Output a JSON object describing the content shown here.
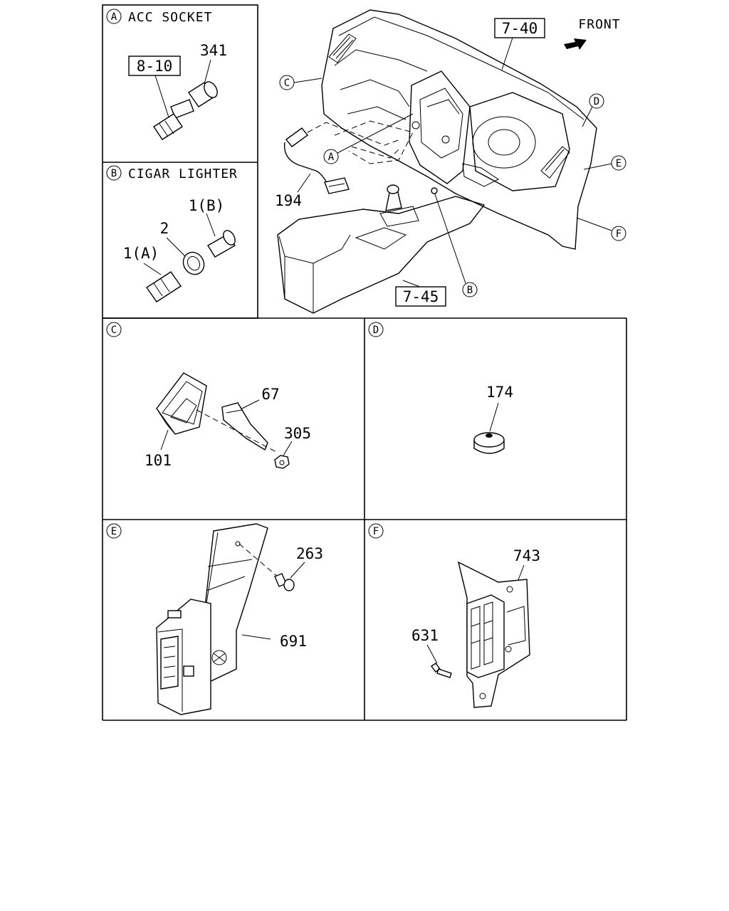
{
  "front_label": "FRONT",
  "refs": {
    "acc_socket_box": "8-10",
    "dashboard_box": "7-40",
    "console_box": "7-45"
  },
  "panels": {
    "a": {
      "letter": "A",
      "title": "ACC SOCKET",
      "parts": {
        "socket": "341"
      }
    },
    "b": {
      "letter": "B",
      "title": "CIGAR LIGHTER",
      "parts": {
        "lighter_b": "1(B)",
        "ring": "2",
        "lighter_a": "1(A)"
      }
    },
    "c": {
      "letter": "C",
      "parts": {
        "bracket": "67",
        "nut": "305",
        "unit": "101"
      }
    },
    "d": {
      "letter": "D",
      "parts": {
        "grommet": "174"
      }
    },
    "e": {
      "letter": "E",
      "parts": {
        "bolt": "263",
        "bracket_unit": "691"
      }
    },
    "f": {
      "letter": "F",
      "parts": {
        "unit": "743",
        "bolt": "631"
      }
    }
  },
  "overview": {
    "harness": "194",
    "callouts": {
      "a": "A",
      "b": "B",
      "c": "C",
      "d": "D",
      "e": "E",
      "f": "F"
    }
  }
}
